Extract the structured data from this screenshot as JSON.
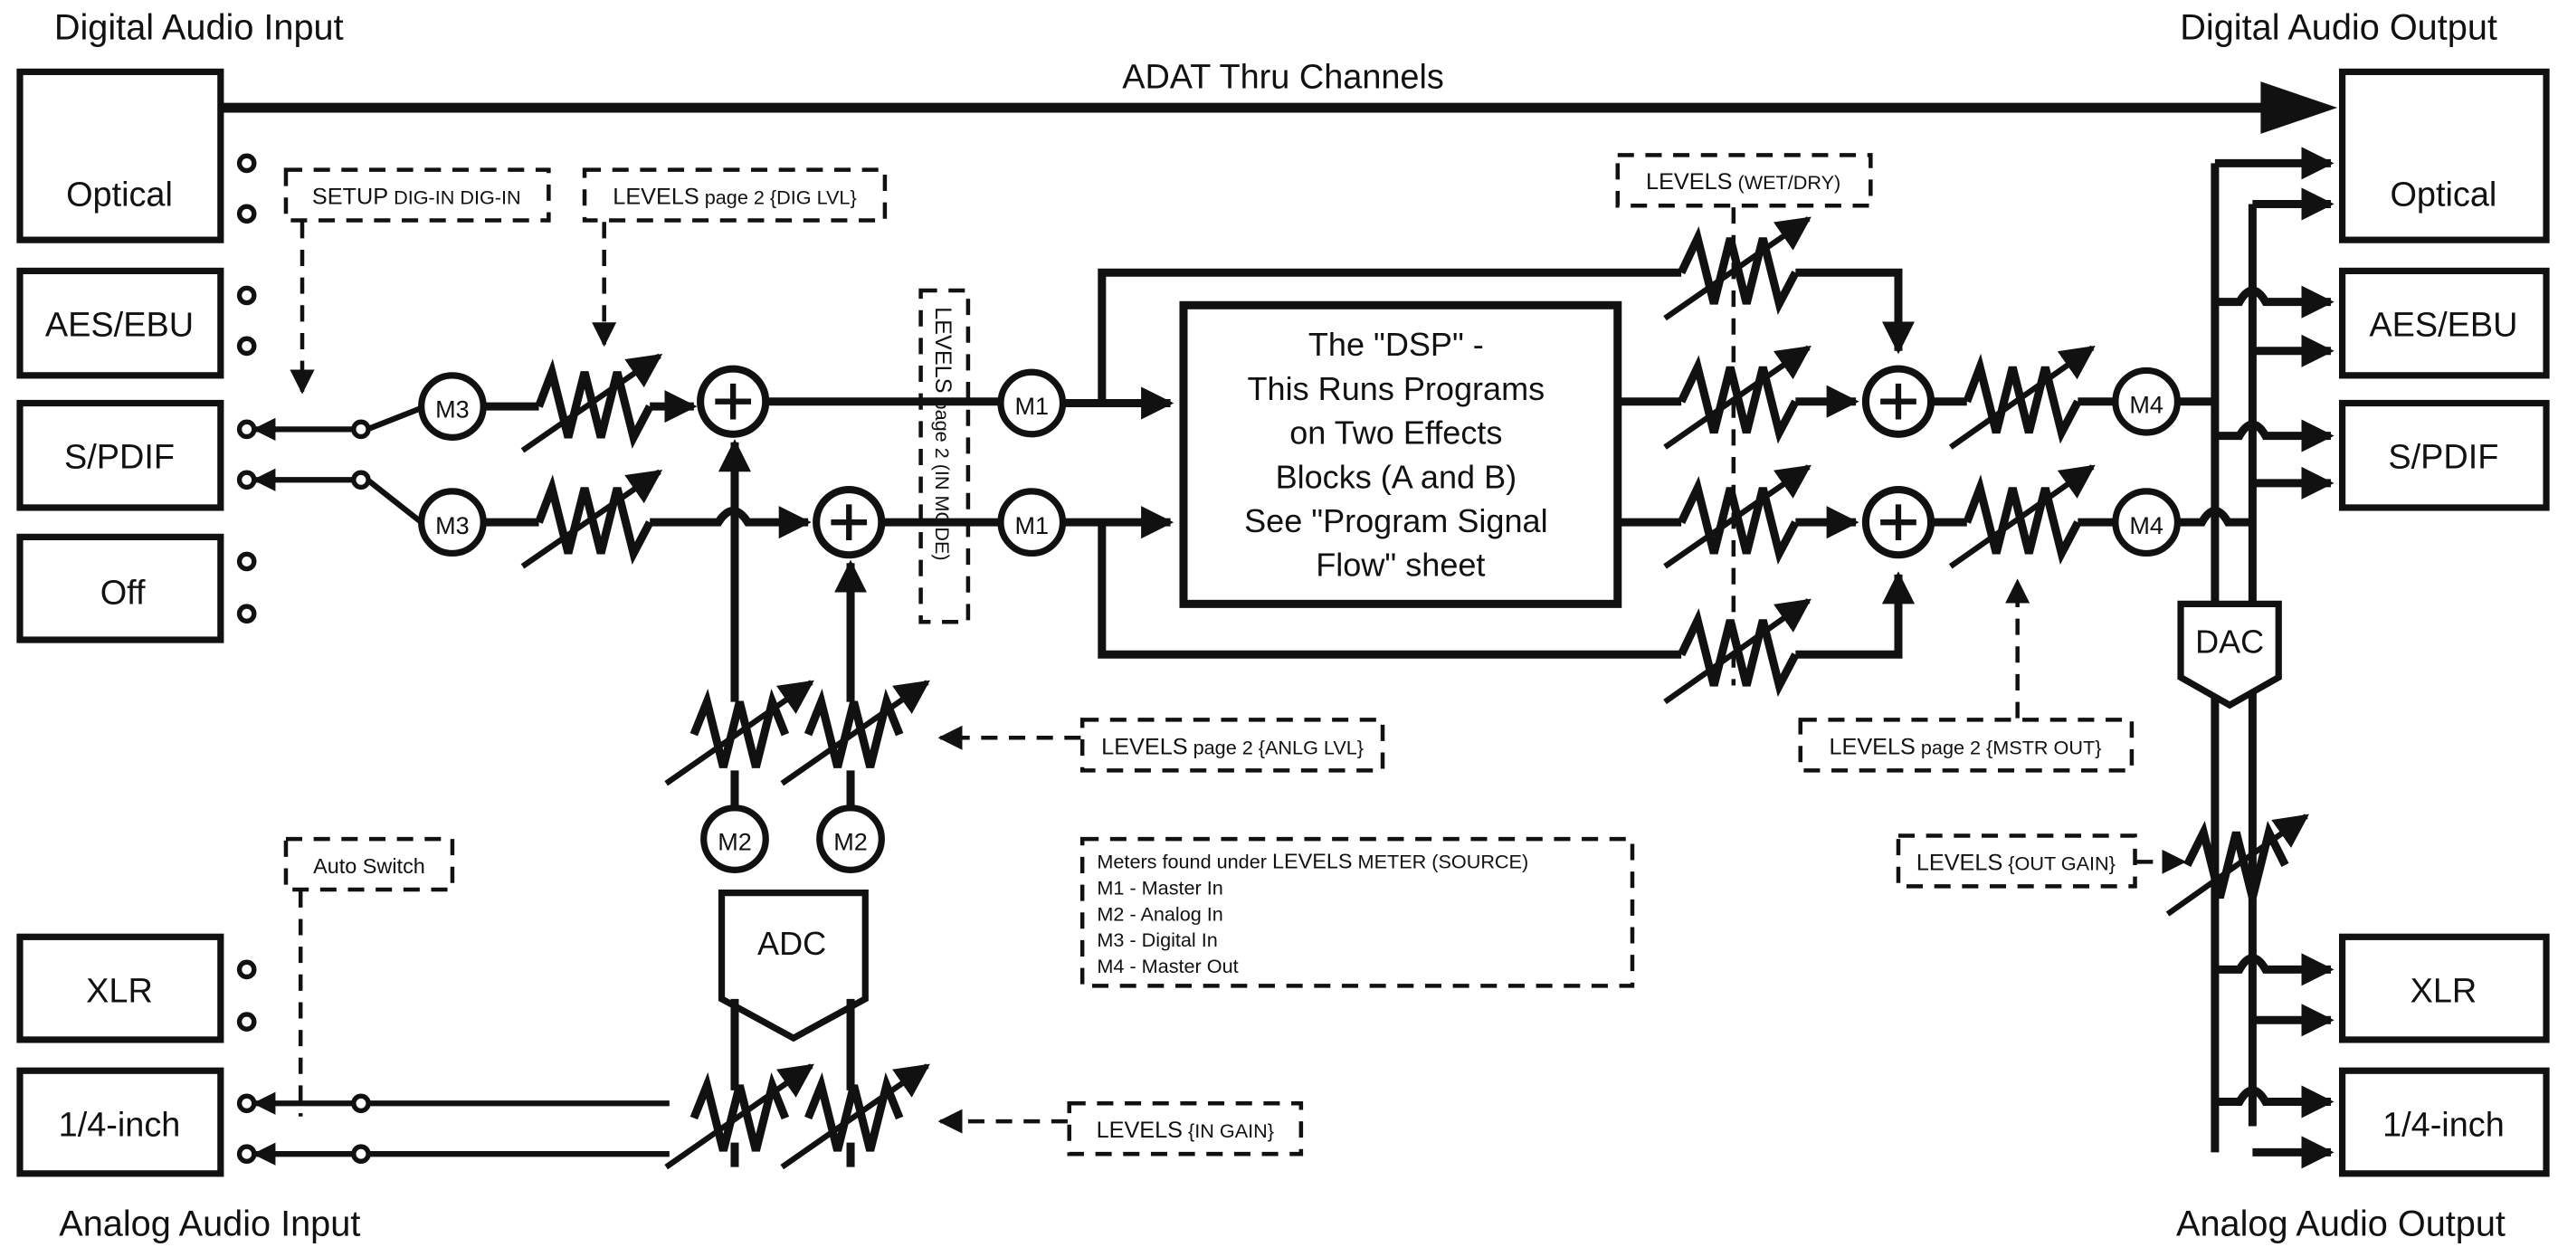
{
  "corner_labels": {
    "digital_in": "Digital Audio Input",
    "digital_out": "Digital Audio Output",
    "analog_in": "Analog Audio Input",
    "analog_out": "Analog Audio Output"
  },
  "adat_thru": "ADAT Thru Channels",
  "inputs": {
    "optical": "Optical",
    "aes": "AES/EBU",
    "spdif": "S/PDIF",
    "off": "Off",
    "xlr": "XLR",
    "quarter": "1/4-inch"
  },
  "outputs": {
    "optical": "Optical",
    "aes": "AES/EBU",
    "spdif": "S/PDIF",
    "xlr": "XLR",
    "quarter": "1/4-inch"
  },
  "dsp_lines": [
    "The \"DSP\" -",
    "This Runs Programs",
    "on Two Effects",
    "Blocks (A and B)",
    "See \"Program Signal",
    "Flow\" sheet"
  ],
  "converters": {
    "adc": "ADC",
    "dac": "DAC"
  },
  "meters": {
    "m1": "M1",
    "m2": "M2",
    "m3": "M3",
    "m4": "M4"
  },
  "callouts": {
    "setup": {
      "bold": "SETUP",
      "rest": " DIG-IN DIG-IN"
    },
    "dig_lvl": {
      "bold": "LEVELS",
      "rest": " page 2 {DIG LVL}"
    },
    "wet_dry": {
      "bold": "LEVELS",
      "rest": " (WET/DRY)"
    },
    "in_mode": {
      "bold": "LEVELS",
      "rest": " page 2 (IN MODE)"
    },
    "anlg_lvl": {
      "bold": "LEVELS",
      "rest": " page 2 {ANLG LVL}"
    },
    "mstr_out": {
      "bold": "LEVELS",
      "rest": " page 2 {MSTR OUT}"
    },
    "out_gain": {
      "bold": "LEVELS",
      "rest": " {OUT GAIN}"
    },
    "in_gain": {
      "bold": "LEVELS",
      "rest": " {IN GAIN}"
    },
    "auto_switch": "Auto Switch"
  },
  "meter_note": {
    "line1_pre": "Meters found under ",
    "line1_bold": "LEVELS",
    "line1_post": " METER (SOURCE)",
    "items": [
      "M1 - Master In",
      "M2 - Analog In",
      "M3 - Digital In",
      "M4 - Master Out"
    ]
  }
}
